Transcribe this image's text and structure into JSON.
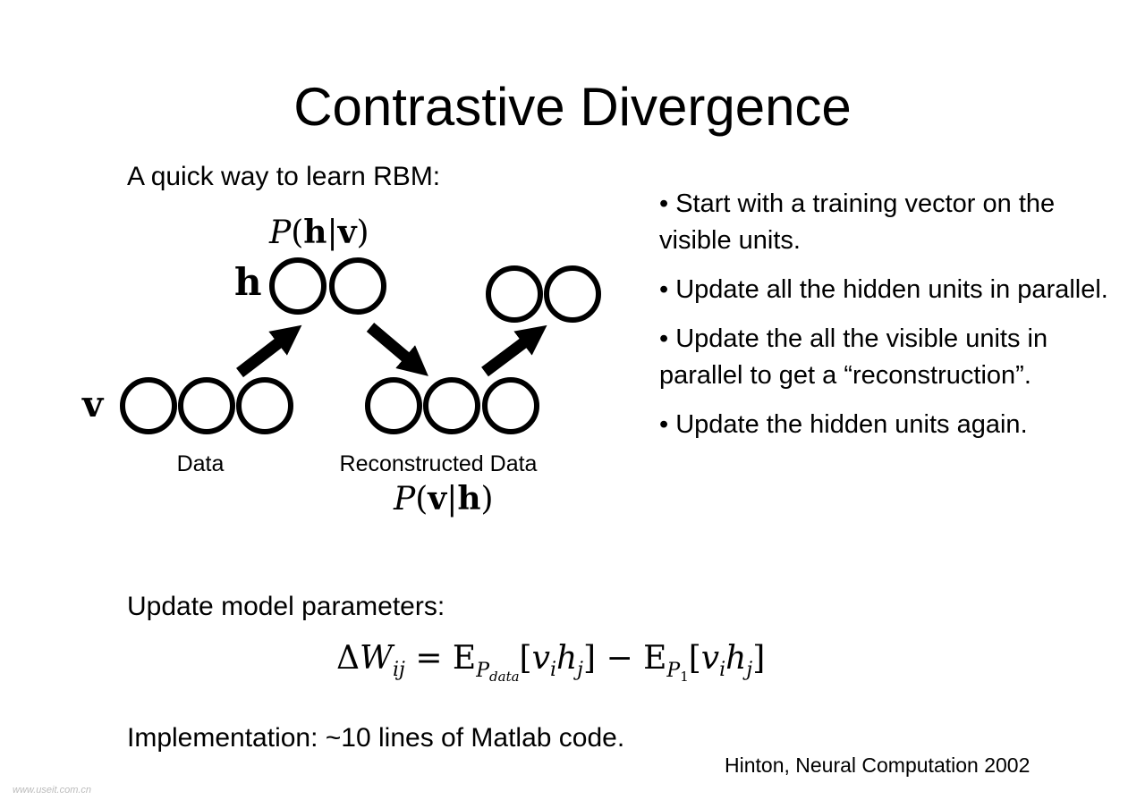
{
  "slide": {
    "title": "Contrastive Divergence",
    "intro": "A quick way to learn RBM:",
    "diagram": {
      "p_h_given_v": "P(h|v)",
      "p_v_given_h": "P(v|h)",
      "hidden_label": "h",
      "visible_label": "v",
      "data_label": "Data",
      "reconstructed_label": "Reconstructed Data"
    },
    "bullets": [
      {
        "text": "• Start with a training vector on the visible units."
      },
      {
        "text": "• Update all the hidden units in parallel."
      },
      {
        "text": "• Update the all the visible units in parallel to get a “reconstruction”."
      },
      {
        "text": "• Update the hidden units again."
      }
    ],
    "params_label": "Update model parameters:",
    "equation": "ΔW_ij = E_P_data[v_i h_j] − E_P_1[v_i h_j]",
    "implementation": "Implementation: ~10 lines of Matlab code.",
    "citation": "Hinton, Neural Computation 2002",
    "watermark": "www.useit.com.cn"
  }
}
